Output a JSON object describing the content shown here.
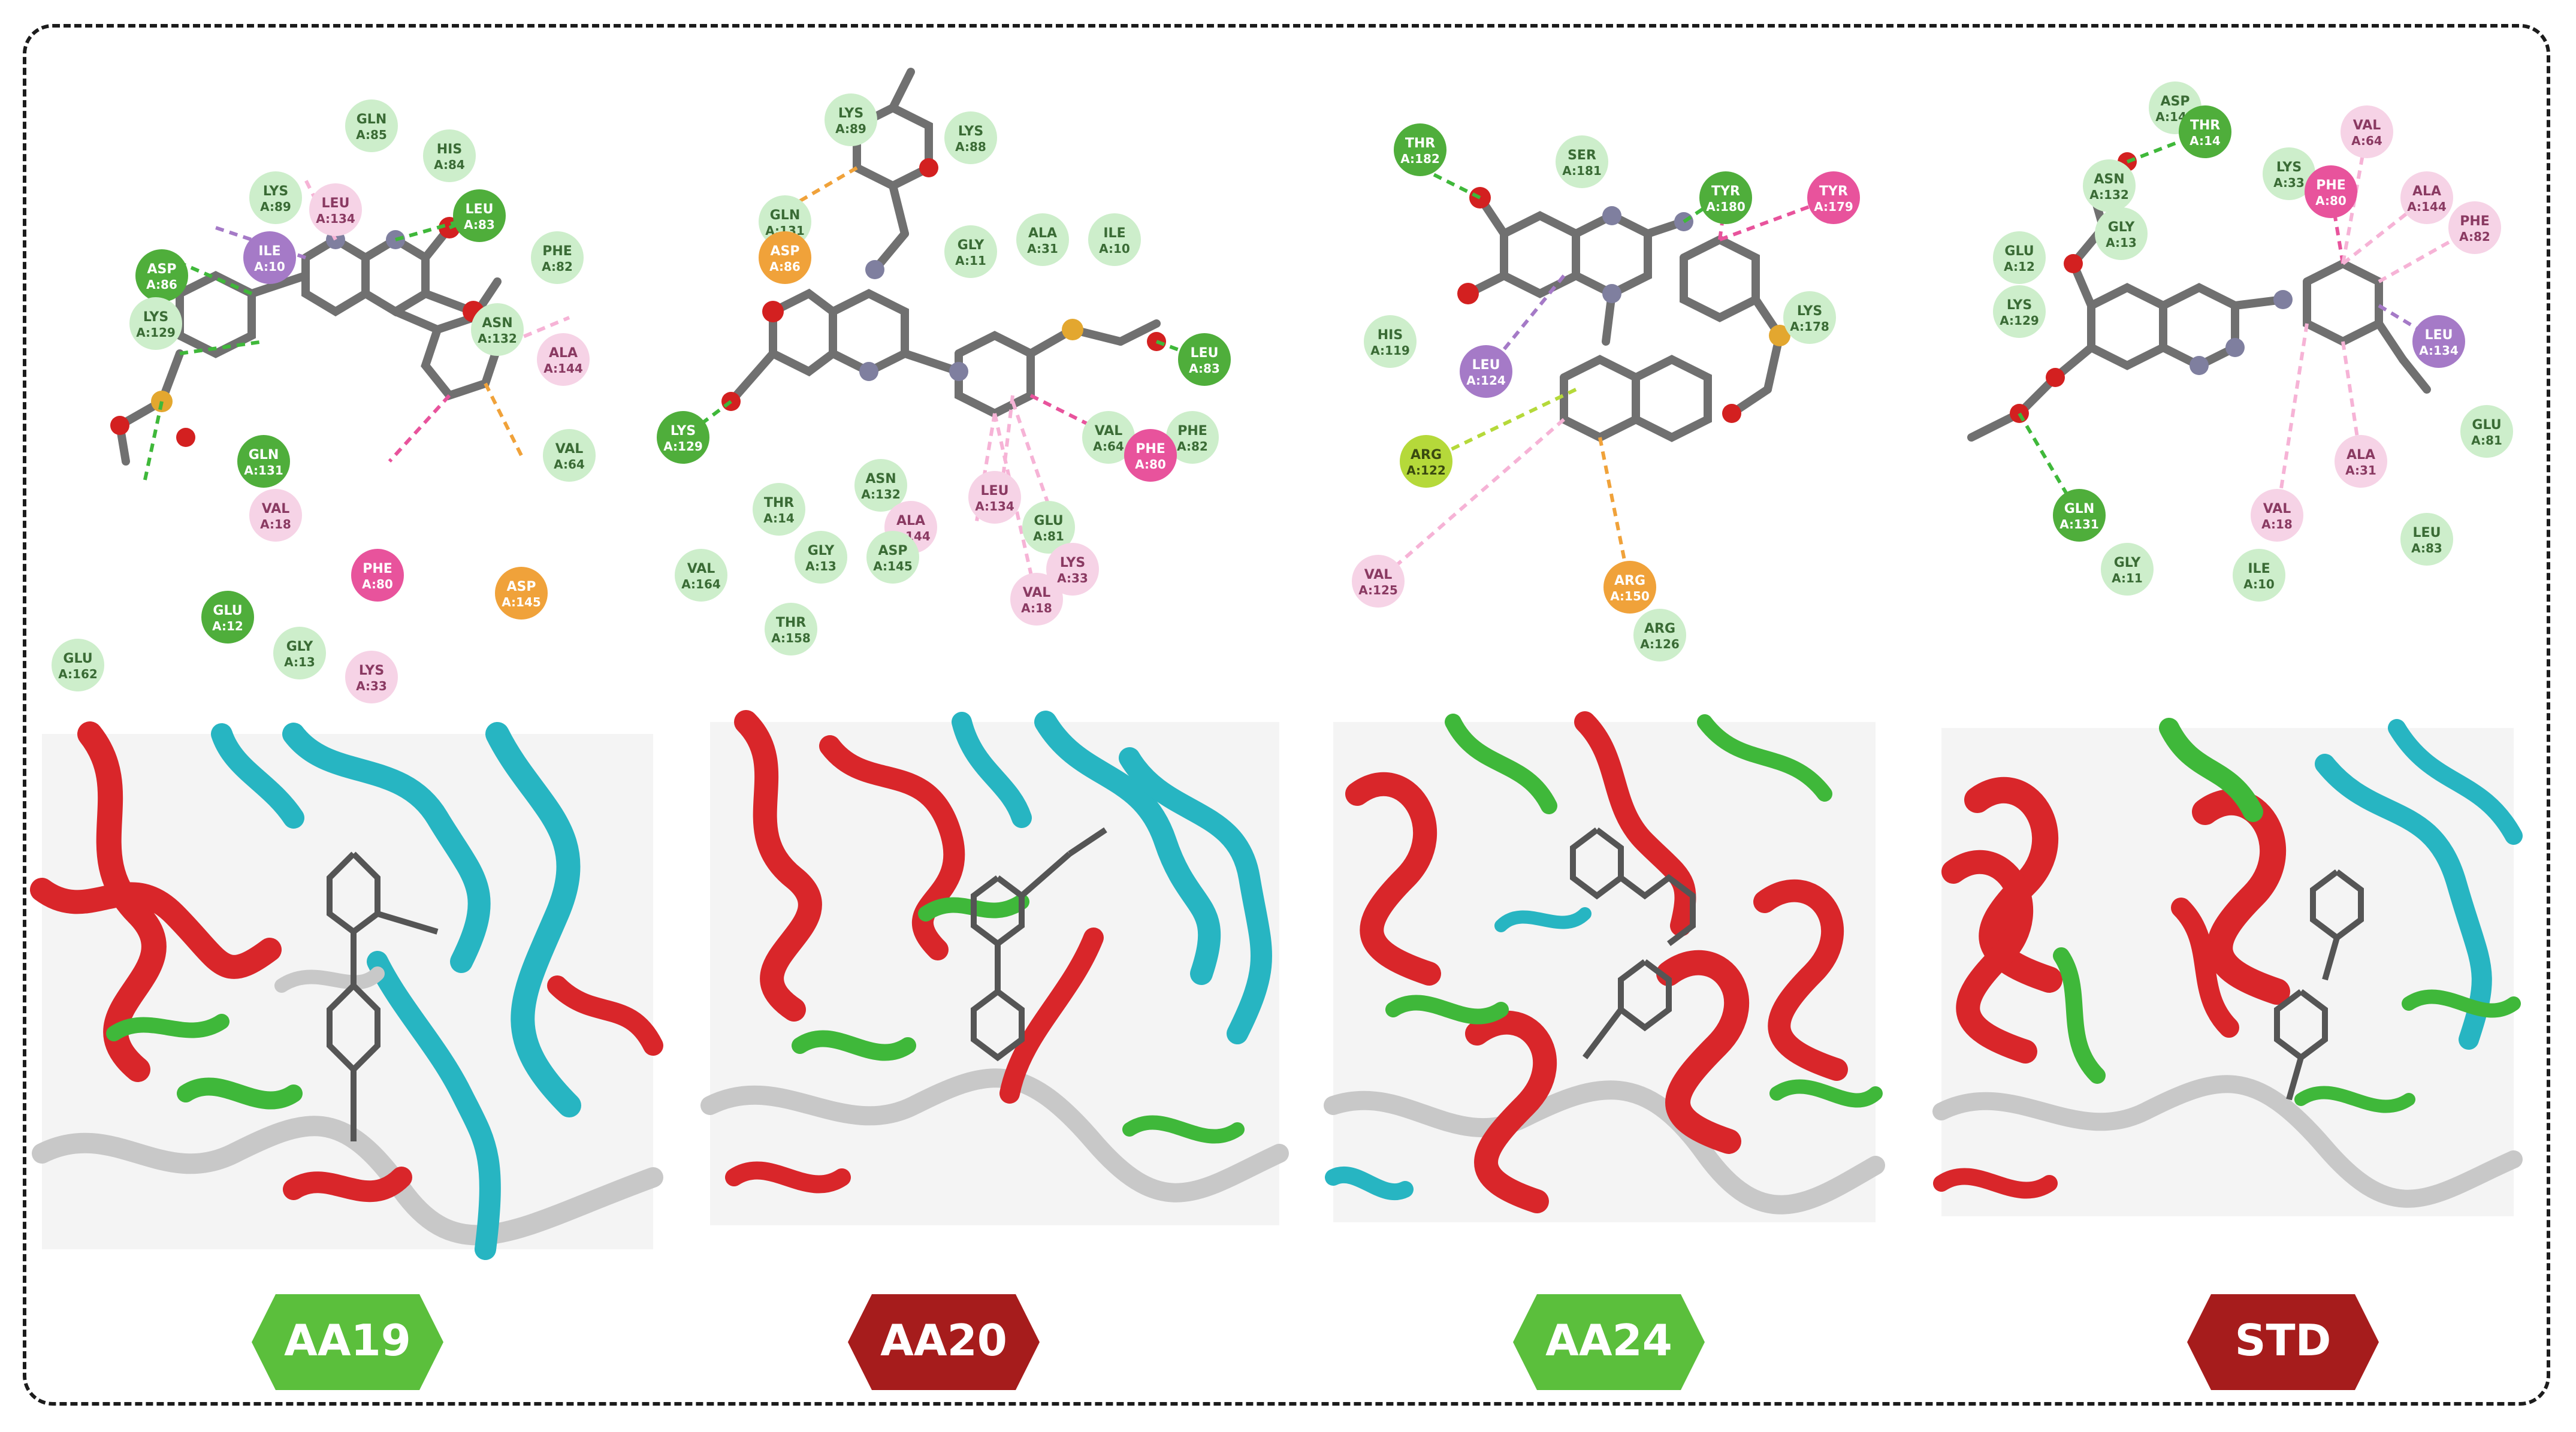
{
  "panels": [
    {
      "label": "AA19",
      "label_color": "#5bbf3c",
      "residues": [
        {
          "name": "GLN",
          "num": "A:85",
          "kind": "vdw"
        },
        {
          "name": "HIS",
          "num": "A:84",
          "kind": "vdw"
        },
        {
          "name": "LYS",
          "num": "A:89",
          "kind": "vdw"
        },
        {
          "name": "LEU",
          "num": "A:134",
          "kind": "alkyl"
        },
        {
          "name": "ILE",
          "num": "A:10",
          "kind": "pisigma"
        },
        {
          "name": "LEU",
          "num": "A:83",
          "kind": "hbond"
        },
        {
          "name": "PHE",
          "num": "A:82",
          "kind": "vdw"
        },
        {
          "name": "ASP",
          "num": "A:86",
          "kind": "hbond"
        },
        {
          "name": "LYS",
          "num": "A:129",
          "kind": "vdw"
        },
        {
          "name": "ASN",
          "num": "A:132",
          "kind": "vdw"
        },
        {
          "name": "ALA",
          "num": "A:144",
          "kind": "alkyl"
        },
        {
          "name": "VAL",
          "num": "A:64",
          "kind": "vdw"
        },
        {
          "name": "GLN",
          "num": "A:131",
          "kind": "hbond"
        },
        {
          "name": "VAL",
          "num": "A:18",
          "kind": "alkyl"
        },
        {
          "name": "PHE",
          "num": "A:80",
          "kind": "pipi"
        },
        {
          "name": "ASP",
          "num": "A:145",
          "kind": "anion"
        },
        {
          "name": "GLU",
          "num": "A:12",
          "kind": "hbond"
        },
        {
          "name": "GLY",
          "num": "A:13",
          "kind": "vdw"
        },
        {
          "name": "LYS",
          "num": "A:33",
          "kind": "alkyl"
        },
        {
          "name": "GLU",
          "num": "A:162",
          "kind": "vdw"
        }
      ]
    },
    {
      "label": "AA20",
      "label_color": "#a61c1c",
      "residues": [
        {
          "name": "LYS",
          "num": "A:89",
          "kind": "vdw"
        },
        {
          "name": "LYS",
          "num": "A:88",
          "kind": "vdw"
        },
        {
          "name": "GLN",
          "num": "A:131",
          "kind": "vdw"
        },
        {
          "name": "ASP",
          "num": "A:86",
          "kind": "anion"
        },
        {
          "name": "GLY",
          "num": "A:11",
          "kind": "vdw"
        },
        {
          "name": "ALA",
          "num": "A:31",
          "kind": "vdw"
        },
        {
          "name": "ILE",
          "num": "A:10",
          "kind": "vdw"
        },
        {
          "name": "LEU",
          "num": "A:83",
          "kind": "hbond"
        },
        {
          "name": "LYS",
          "num": "A:129",
          "kind": "hbond"
        },
        {
          "name": "VAL",
          "num": "A:64",
          "kind": "vdw"
        },
        {
          "name": "PHE",
          "num": "A:82",
          "kind": "vdw"
        },
        {
          "name": "PHE",
          "num": "A:80",
          "kind": "pipi"
        },
        {
          "name": "ASN",
          "num": "A:132",
          "kind": "vdw"
        },
        {
          "name": "THR",
          "num": "A:14",
          "kind": "vdw"
        },
        {
          "name": "LEU",
          "num": "A:134",
          "kind": "alkyl"
        },
        {
          "name": "GLU",
          "num": "A:81",
          "kind": "vdw"
        },
        {
          "name": "ALA",
          "num": "A:144",
          "kind": "alkyl"
        },
        {
          "name": "GLY",
          "num": "A:13",
          "kind": "vdw"
        },
        {
          "name": "ASP",
          "num": "A:145",
          "kind": "vdw"
        },
        {
          "name": "LYS",
          "num": "A:33",
          "kind": "alkyl"
        },
        {
          "name": "VAL",
          "num": "A:164",
          "kind": "vdw"
        },
        {
          "name": "VAL",
          "num": "A:18",
          "kind": "alkyl"
        },
        {
          "name": "THR",
          "num": "A:158",
          "kind": "vdw"
        }
      ]
    },
    {
      "label": "AA24",
      "label_color": "#5bbf3c",
      "residues": [
        {
          "name": "THR",
          "num": "A:182",
          "kind": "hbond"
        },
        {
          "name": "SER",
          "num": "A:181",
          "kind": "vdw"
        },
        {
          "name": "TYR",
          "num": "A:180",
          "kind": "hbond"
        },
        {
          "name": "TYR",
          "num": "A:179",
          "kind": "pipi"
        },
        {
          "name": "HIS",
          "num": "A:119",
          "kind": "vdw"
        },
        {
          "name": "LYS",
          "num": "A:178",
          "kind": "vdw"
        },
        {
          "name": "LEU",
          "num": "A:124",
          "kind": "pisigma"
        },
        {
          "name": "ARG",
          "num": "A:122",
          "kind": "cation"
        },
        {
          "name": "VAL",
          "num": "A:125",
          "kind": "alkyl"
        },
        {
          "name": "ARG",
          "num": "A:150",
          "kind": "anion"
        },
        {
          "name": "ARG",
          "num": "A:126",
          "kind": "vdw"
        }
      ]
    },
    {
      "label": "STD",
      "label_color": "#a61c1c",
      "residues": [
        {
          "name": "ASP",
          "num": "A:145",
          "kind": "vdw"
        },
        {
          "name": "ASN",
          "num": "A:132",
          "kind": "vdw"
        },
        {
          "name": "THR",
          "num": "A:14",
          "kind": "hbond"
        },
        {
          "name": "VAL",
          "num": "A:64",
          "kind": "alkyl"
        },
        {
          "name": "LYS",
          "num": "A:33",
          "kind": "vdw"
        },
        {
          "name": "GLY",
          "num": "A:13",
          "kind": "vdw"
        },
        {
          "name": "GLU",
          "num": "A:12",
          "kind": "vdw"
        },
        {
          "name": "PHE",
          "num": "A:80",
          "kind": "pipi"
        },
        {
          "name": "ALA",
          "num": "A:144",
          "kind": "alkyl"
        },
        {
          "name": "PHE",
          "num": "A:82",
          "kind": "alkyl"
        },
        {
          "name": "LYS",
          "num": "A:129",
          "kind": "vdw"
        },
        {
          "name": "LEU",
          "num": "A:134",
          "kind": "pisigma"
        },
        {
          "name": "GLU",
          "num": "A:81",
          "kind": "vdw"
        },
        {
          "name": "GLN",
          "num": "A:131",
          "kind": "hbond"
        },
        {
          "name": "VAL",
          "num": "A:18",
          "kind": "alkyl"
        },
        {
          "name": "ALA",
          "num": "A:31",
          "kind": "alkyl"
        },
        {
          "name": "GLY",
          "num": "A:11",
          "kind": "vdw"
        },
        {
          "name": "ILE",
          "num": "A:10",
          "kind": "vdw"
        },
        {
          "name": "LEU",
          "num": "A:83",
          "kind": "vdw"
        }
      ]
    }
  ],
  "kind_colors": {
    "vdw": {
      "fill": "#cdeecb",
      "text": "#3a6b35"
    },
    "hbond": {
      "fill": "#4fae3b",
      "text": "#ffffff"
    },
    "alkyl": {
      "fill": "#f6d3e6",
      "text": "#8a3a62"
    },
    "pipi": {
      "fill": "#e8539c",
      "text": "#ffffff"
    },
    "pisigma": {
      "fill": "#a57ac7",
      "text": "#ffffff"
    },
    "anion": {
      "fill": "#f0a23a",
      "text": "#ffffff"
    },
    "cation": {
      "fill": "#b5d93a",
      "text": "#3a4a10"
    }
  },
  "protein_colors": {
    "helix": "#d9262a",
    "sheet": "#27b5c2",
    "turn": "#3fb83a",
    "coil": "#c8c8c8"
  }
}
